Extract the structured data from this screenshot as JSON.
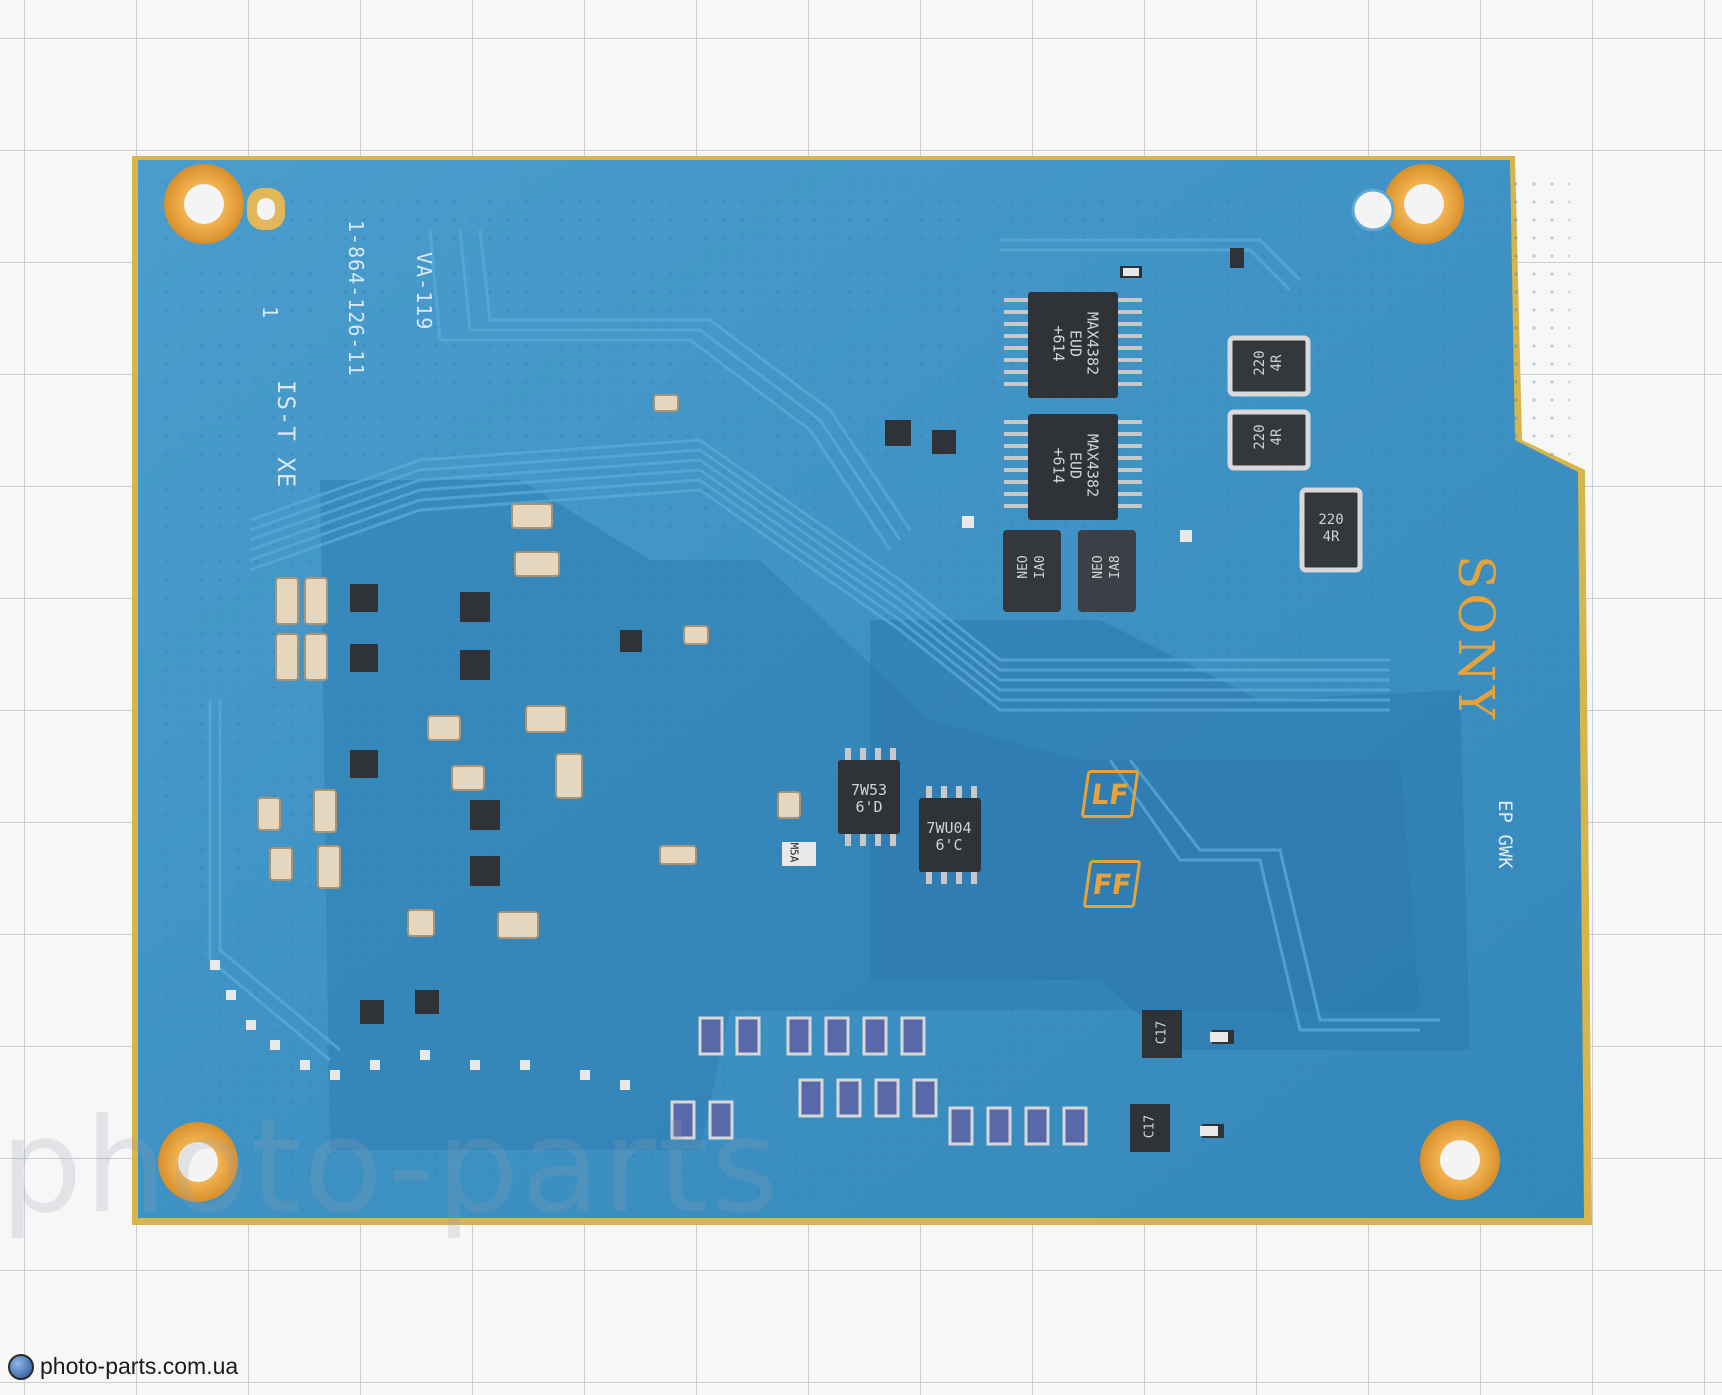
{
  "photo": {
    "subject": "Sony VA-119 camera circuit board, solder side",
    "colors": {
      "paper": "#f7f7f7",
      "grid": "#c9cdd6",
      "board": "#3a8fbf",
      "copper_pad": "#e8a23a",
      "chip": "#2f3236"
    }
  },
  "board": {
    "part_number": "1-864-126-11",
    "model": "VA-119",
    "rev": "1",
    "marking_ist": "IS-T XE",
    "brand": "SONY",
    "date_code": "EP GWK",
    "logo_lf": "LF",
    "logo_ff": "FF"
  },
  "chips": [
    {
      "line1": "MAX4382",
      "line2": "EUD",
      "line3": "+614"
    },
    {
      "line1": "MAX4382",
      "line2": "EUD",
      "line3": "+614"
    },
    {
      "line1": "7W53",
      "line2": "6'D"
    },
    {
      "line1": "7WU04",
      "line2": "6'C"
    }
  ],
  "inductors": [
    "220\n4R",
    "220\n4R",
    "220\n4R"
  ],
  "small_marks": {
    "neo_1": "NEO\nIA0",
    "neo_2": "NEO\nIA8",
    "m5a": "M5A",
    "c17_a": "C17",
    "c17_b": "C17"
  },
  "watermark": {
    "text": "photo-parts",
    "footer_url": "photo-parts.com.ua"
  }
}
